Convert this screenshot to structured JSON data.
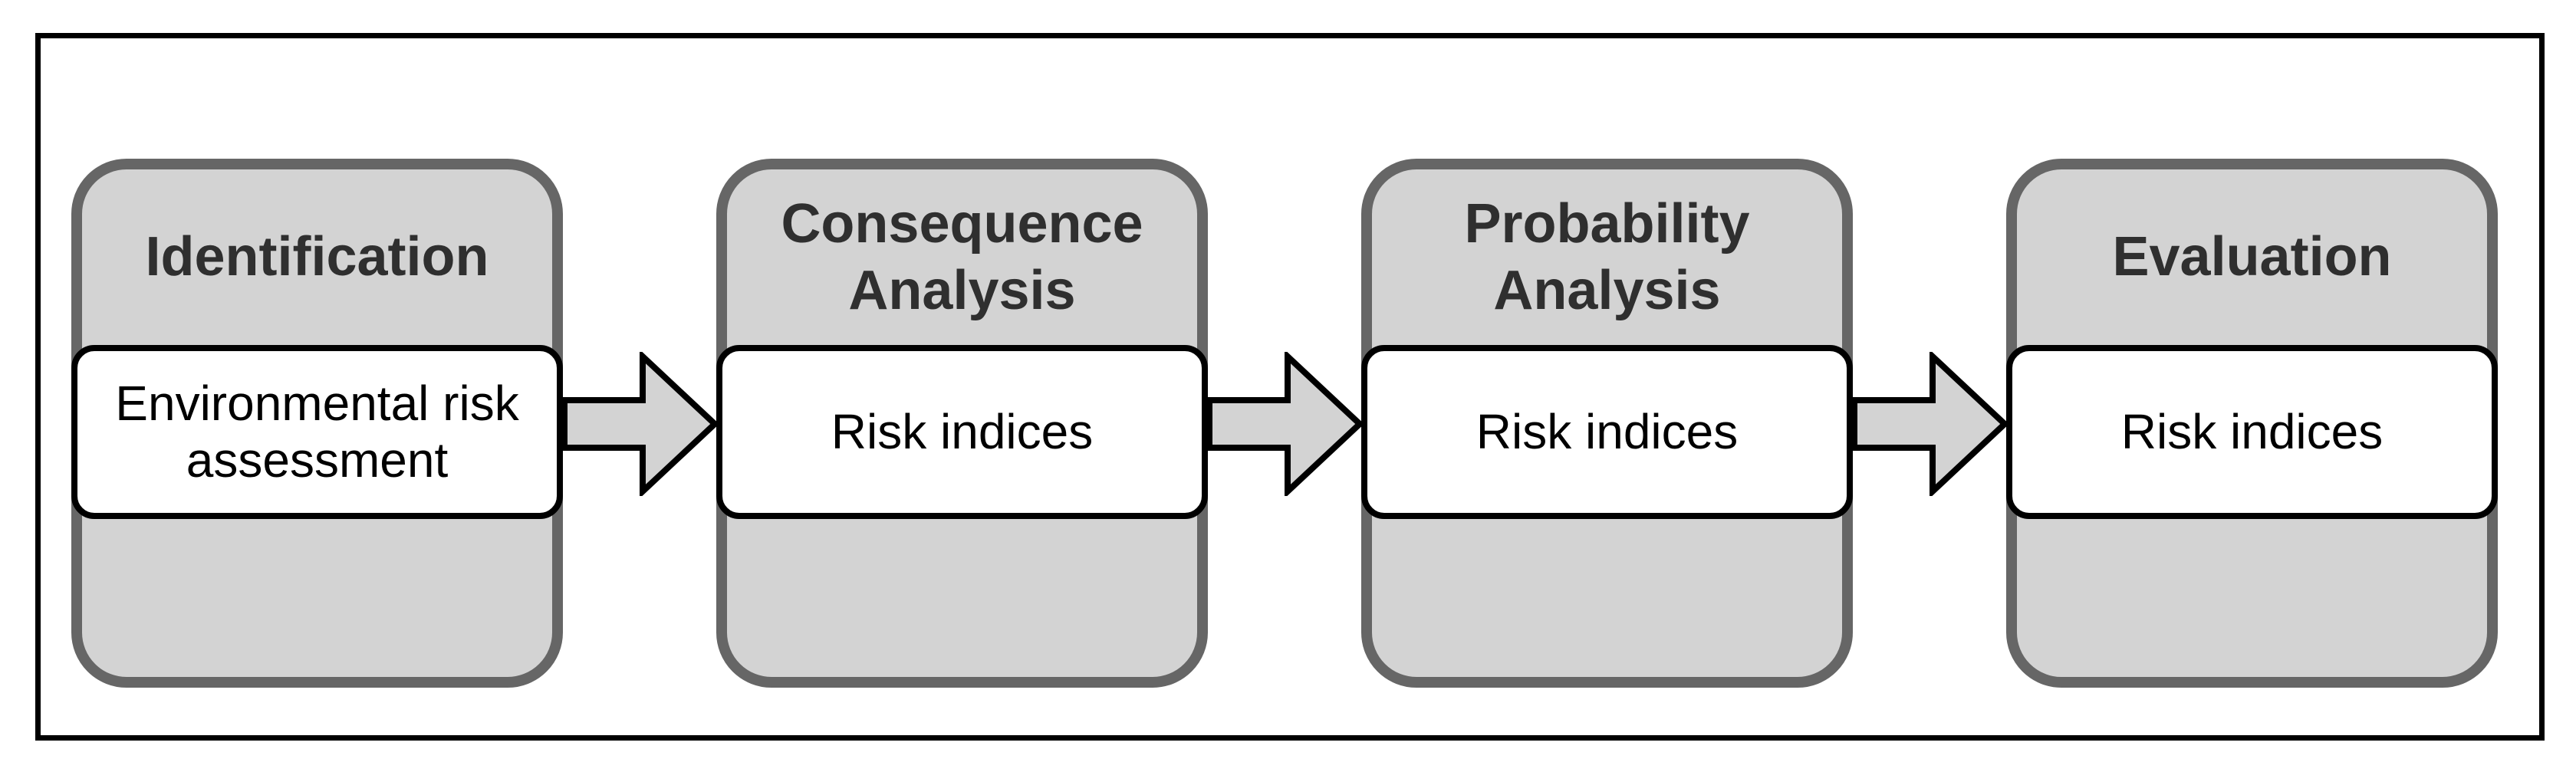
{
  "figure": {
    "type": "flow-diagram",
    "stages": [
      {
        "id": "identification",
        "title": "Identification",
        "output": "Environmental risk assessment"
      },
      {
        "id": "consequence-analysis",
        "title": "Consequence Analysis",
        "output": "Risk indices"
      },
      {
        "id": "probability-analysis",
        "title": "Probability Analysis",
        "output": "Risk indices"
      },
      {
        "id": "evaluation",
        "title": "Evaluation",
        "output": "Risk indices"
      }
    ],
    "connector": "right-block-arrow",
    "colors": {
      "stage_fill": "#d3d3d3",
      "stage_border": "#666666",
      "output_fill": "#ffffff",
      "output_border": "#000000",
      "arrow_fill": "#d3d3d3",
      "arrow_outline": "#000000",
      "frame_border": "#000000",
      "title_text": "#2f2f2f",
      "output_text": "#000000"
    }
  }
}
